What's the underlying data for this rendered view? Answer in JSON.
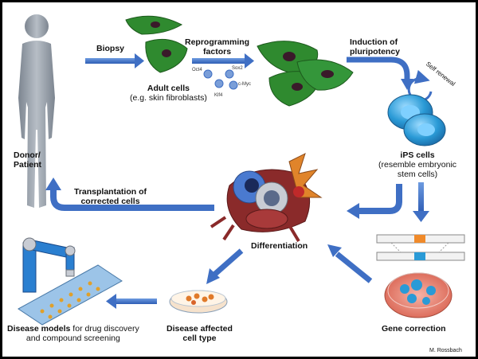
{
  "labels": {
    "donor_line1": "Donor/",
    "donor_line2": "Patient",
    "biopsy": "Biopsy",
    "reprogramming_line1": "Reprogramming",
    "reprogramming_line2": "factors",
    "factor_oct4": "Oct4",
    "factor_sox2": "Sox2",
    "factor_klf4": "Klf4",
    "factor_cmyc": "c-Myc",
    "adult_cells_title": "Adult cells",
    "adult_cells_sub": "(e.g. skin fibroblasts)",
    "induction_line1": "Induction of",
    "induction_line2": "pluripotency",
    "self_renewal": "Self renewal",
    "ips_title": "iPS cells",
    "ips_sub1": "(resemble embryonic",
    "ips_sub2": "stem cells)",
    "transplant_line1": "Transplantation of",
    "transplant_line2": "corrected cells",
    "differentiation": "Differentiation",
    "gene_correction": "Gene correction",
    "disease_type_line1": "Disease affected",
    "disease_type_line2": "cell type",
    "disease_models_bold": "Disease models",
    "disease_models_rest": " for drug discovery",
    "disease_models_line2": "and compound screening",
    "credit": "M. Rossbach"
  },
  "colors": {
    "arrow": "#3f6fc4",
    "fibroblast": "#2f8a2f",
    "nucleus": "#3a1a2a",
    "ips_cell": "#2a9ad6",
    "human": "#9aa3ad",
    "dish": "#e07a6a",
    "robot": "#2a7fd0"
  }
}
